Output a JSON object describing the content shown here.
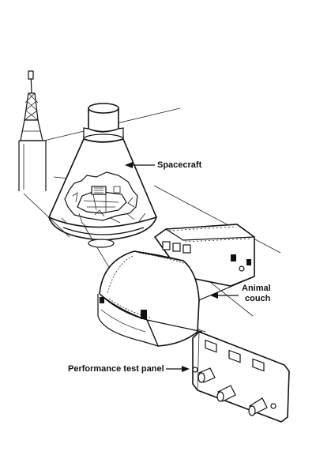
{
  "labels": {
    "spacecraft": "Spacecraft",
    "animal_couch_line1": "Animal",
    "animal_couch_line2": "couch",
    "performance_test_panel": "Performance test panel"
  },
  "colors": {
    "ink": "#111111",
    "paper": "#ffffff"
  }
}
